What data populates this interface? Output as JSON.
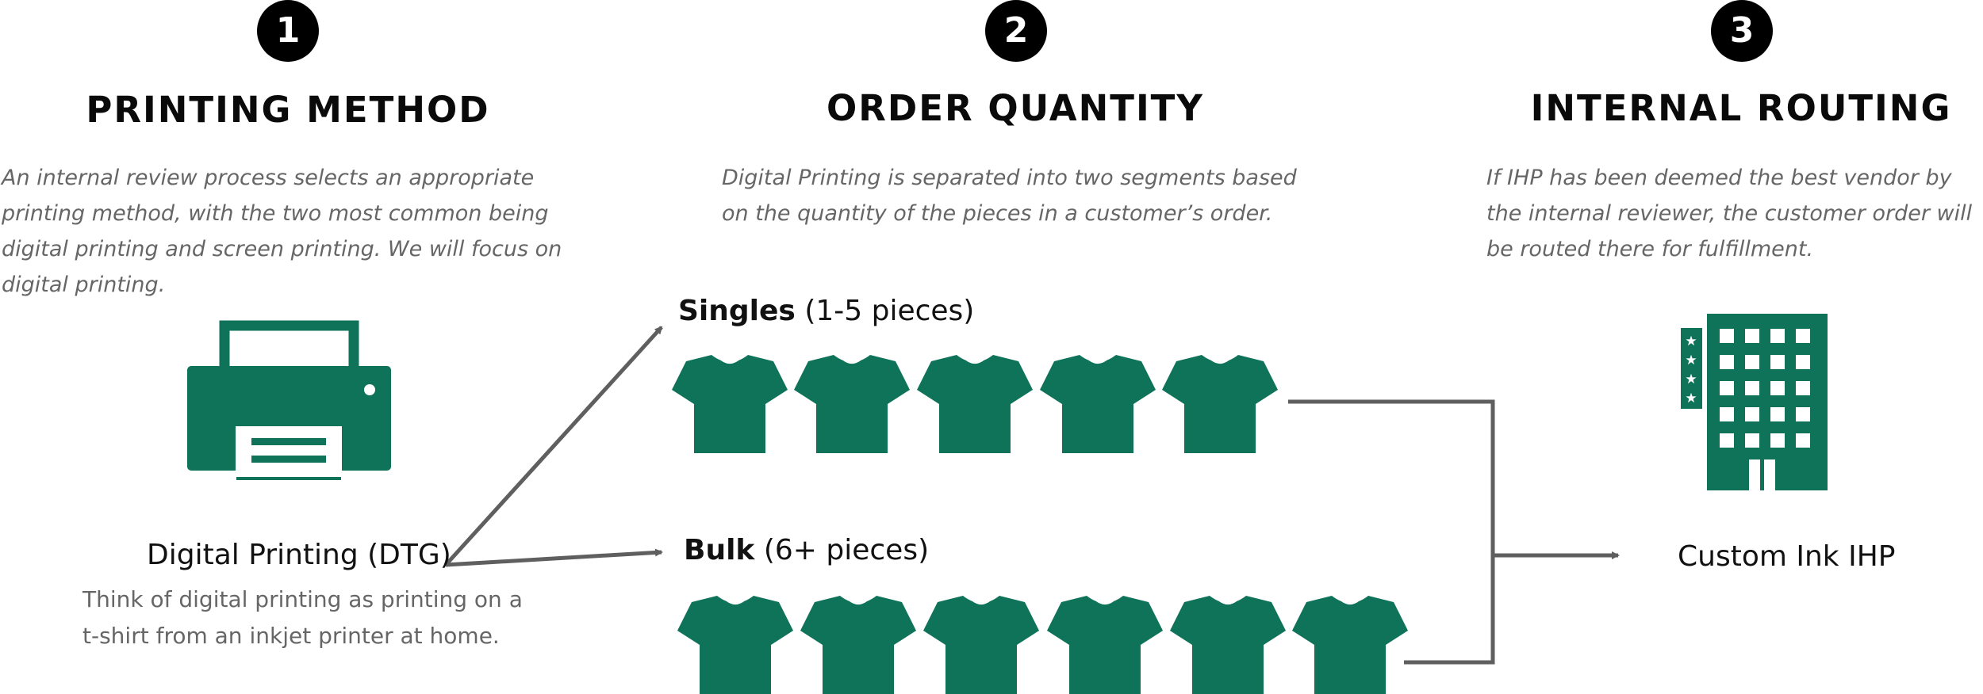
{
  "colors": {
    "accent_green": "#0f735a",
    "connector_gray": "#5f5f5f",
    "badge_black": "#000000"
  },
  "steps": [
    {
      "number": "1",
      "title": "PRINTING METHOD",
      "description": "An internal review process selects an appropriate printing method, with the two most common being digital printing and screen printing. We will focus on digital printing."
    },
    {
      "number": "2",
      "title": "ORDER QUANTITY",
      "description": "Digital Printing is separated into two segments based on the quantity of the pieces in a customer’s order."
    },
    {
      "number": "3",
      "title": "INTERNAL ROUTING",
      "description": "If IHP has been deemed the best vendor by the internal reviewer, the customer order will be routed there for fulfillment."
    }
  ],
  "method": {
    "icon": "printer-icon",
    "label": "Digital Printing (DTG)",
    "note": "Think of digital printing as printing on a t-shirt from an inkjet printer at home."
  },
  "segments": [
    {
      "name": "Singles",
      "range": "(1-5 pieces)",
      "icon": "tshirt-icon",
      "shirt_count": 5
    },
    {
      "name": "Bulk",
      "range": "(6+ pieces)",
      "icon": "tshirt-icon",
      "shirt_count": 6
    }
  ],
  "destination": {
    "icon": "building-icon",
    "label": "Custom Ink IHP"
  }
}
